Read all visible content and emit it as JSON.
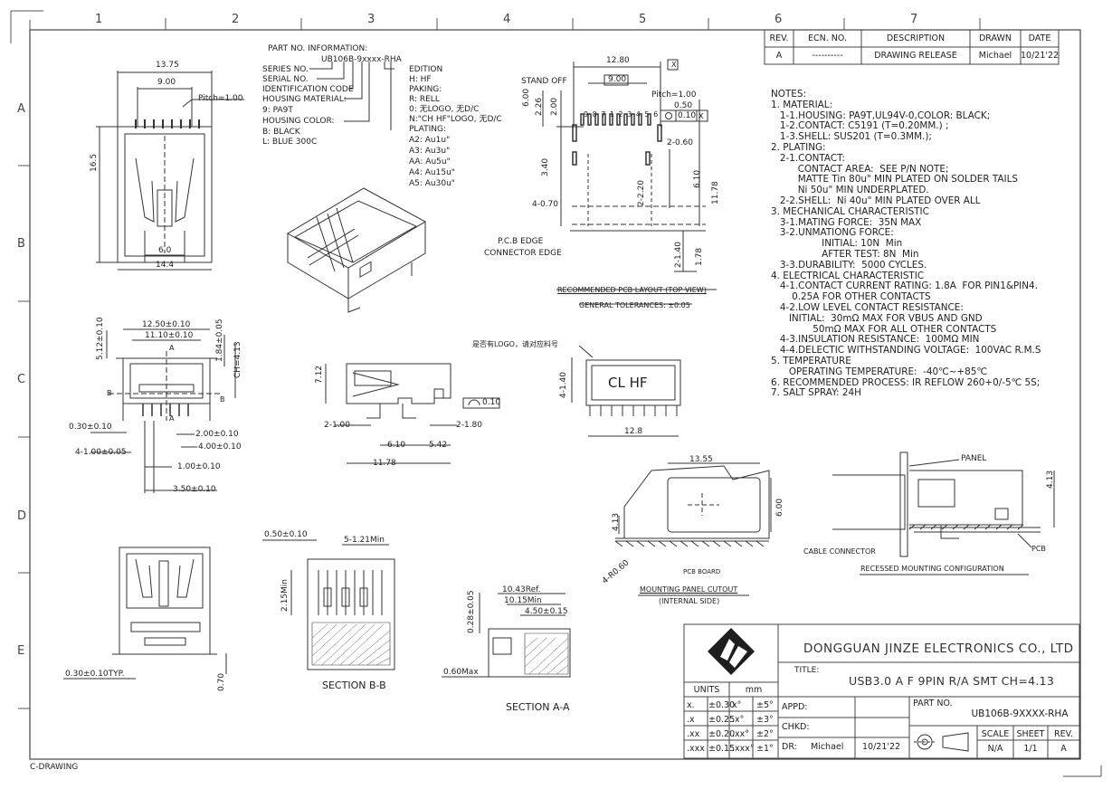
{
  "frame": {
    "columns": [
      "1",
      "2",
      "3",
      "4",
      "5",
      "6",
      "7"
    ],
    "rows": [
      "A",
      "B",
      "C",
      "D",
      "E"
    ],
    "footer_label": "C-DRAWING"
  },
  "revision_table": {
    "headers": [
      "REV.",
      "ECN. NO.",
      "DESCRIPTION",
      "DRAWN",
      "DATE"
    ],
    "row": [
      "A",
      "----------",
      "DRAWING RELEASE",
      "Michael",
      "10/21'22"
    ]
  },
  "part_info": {
    "title": "PART NO. INFORMATION:",
    "code": "UB106B-9xxxx-RHA",
    "left_labels": [
      "SERIES NO.",
      "SERIAL NO.",
      "IDENTIFICATION CODE",
      "HOUSING MATERIAL:",
      "9: PA9T",
      "HOUSING COLOR:",
      "B: BLACK",
      "L: BLUE 300C"
    ],
    "right_labels": [
      "EDITION",
      "H: HF",
      "PAKING:",
      "R: RELL",
      "0: 无LOGO, 无D/C",
      "N:\"CH HF\"LOGO, 无D/C",
      "PLATING:",
      "A2: Au1u\"",
      "A3: Au3u\"",
      "AA: Au5u\"",
      "A4: Au15u\"",
      "A5: Au30u\""
    ]
  },
  "notes": [
    "NOTES:",
    "1. MATERIAL:",
    "   1-1.HOUSING: PA9T,UL94V-0,COLOR: BLACK;",
    "   1-2.CONTACT: C5191 (T=0.20MM.) ;",
    "   1-3.SHELL: SUS201 (T=0.3MM.);",
    "2. PLATING:",
    "   2-1.CONTACT:",
    "         CONTACT AREA:  SEE P/N NOTE;",
    "         MATTE Tin 80u\" MIN PLATED ON SOLDER TAILS",
    "         Ni 50u\" MIN UNDERPLATED.",
    "   2-2.SHELL:  Ni 40u\" MIN PLATED OVER ALL",
    "3. MECHANICAL CHARACTERISTIC",
    "   3-1.MATING FORCE:  35N MAX",
    "   3-2.UNMATIONG FORCE:",
    "                 INITIAL: 10N  Min",
    "                 AFTER TEST: 8N  Min",
    "   3-3.DURABILITY:  5000 CYCLES.",
    "4. ELECTRICAL CHARACTERISTIC",
    "   4-1.CONTACT CURRENT RATING: 1.8A  FOR PIN1&PIN4.",
    "       0.25A FOR OTHER CONTACTS",
    "   4-2.LOW LEVEL CONTACT RESISTANCE:",
    "      INITIAL:  30mΩ MAX FOR VBUS AND GND",
    "              50mΩ MAX FOR ALL OTHER CONTACTS",
    "   4-3.INSULATION RESISTANCE:  100MΩ MIN",
    "   4-4.DELECTIC WITHSTANDING VOLTAGE:  100VAC R.M.S",
    "5. TEMPERATURE",
    "      OPERATING TEMPERATURE:  -40℃~+85℃",
    "6. RECOMMENDED PROCESS: IR REFLOW 260+0/-5℃ 5S;",
    "7. SALT SPRAY: 24H"
  ],
  "top_view": {
    "w1": "13.75",
    "w2": "9.00",
    "pitch": "Pitch=1.00",
    "h": "16.5",
    "w3": "6.0",
    "w4": "14.4"
  },
  "pcb_layout": {
    "w": "12.80",
    "w2": "9.00",
    "pitch": "Pitch=1.00",
    "tol1": "0.50",
    "tol2": "0.10",
    "datum": "X",
    "stand_off": "STAND OFF",
    "d1": "6.00",
    "d2": "2.26",
    "d3": "2.00",
    "d4": "3.40",
    "d5": "2-0.60",
    "d6": "6.10",
    "d7": "11.78",
    "d8": "2-2.20",
    "d9": "4-0.70",
    "d10": "2-1.40",
    "d11": "1.78",
    "pcb_edge": "P.C.B EDGE",
    "conn_edge": "CONNECTOR EDGE",
    "pins": "9 8 7 1 2 3 4 5 6",
    "caption": "RECOMMENDED PCB LAYOUT (TOP VIEW)",
    "tolerance": "GENERAL TOLERANCES: ±0.05"
  },
  "front_view": {
    "d1": "12.50±0.10",
    "d2": "11.10±0.10",
    "d3": "5.12±0.10",
    "d4": "1.84±0.05",
    "ch": "CH=4.13",
    "a": "A",
    "b": "B",
    "d5": "0.30±0.10",
    "d6": "2.00±0.10",
    "d7": "4.00±0.10",
    "d8": "4-1.00±0.05",
    "d9": "1.00±0.10",
    "d10": "3.50±0.10"
  },
  "side_view": {
    "h": "7.12",
    "d1": "2-1.00",
    "d2": "2-1.80",
    "d3": "6.10",
    "d4": "5.42",
    "d5": "11.78",
    "flat": "0.10"
  },
  "logo_view": {
    "note": "是否有LOGO，请对应料号",
    "h": "4-1.40",
    "logo": "CL  HF",
    "w": "12.8"
  },
  "panel_cutout": {
    "w": "13.55",
    "h": "6.00",
    "h2": "4.13",
    "r": "4-R0.60",
    "board": "PCB BOARD",
    "caption": "MOUNTING PANEL CUTOUT",
    "sub": "(INTERNAL SIDE)"
  },
  "recessed": {
    "panel": "PANEL",
    "h": "4.13",
    "cable": "CABLE CONNECTOR",
    "pcb": "PCB",
    "caption": "RECESSED MOUNTING CONFIGURATION"
  },
  "bottom_view": {
    "d1": "0.30±0.10TYP.",
    "d2": "0.70"
  },
  "section_bb": {
    "d1": "0.50±0.10",
    "d2": "5-1.21Min",
    "d3": "2.15Min",
    "caption": "SECTION B-B"
  },
  "section_aa": {
    "d1": "10.43Ref.",
    "d2": "10.15Min",
    "d3": "4.50±0.15",
    "d4": "0.28±0.05",
    "d5": "0.60Max",
    "caption": "SECTION A-A"
  },
  "title_block": {
    "company": "DONGGUAN JINZE ELECTRONICS CO., LTD",
    "title_label": "TITLE:",
    "title": "USB3.0 A F 9PIN R/A SMT CH=4.13",
    "units": "UNITS",
    "units_val": "mm",
    "tol_rows": [
      [
        "x.",
        "±0.30",
        "x°",
        "±5°"
      ],
      [
        ".x",
        "±0.25",
        ".x°",
        "±3°"
      ],
      [
        ".xx",
        "±0.20",
        ".xx°",
        "±2°"
      ],
      [
        ".xxx",
        "±0.15",
        ".xxx°",
        "±1°"
      ]
    ],
    "appd": "APPD:",
    "chkd": "CHKD:",
    "dr": "DR:",
    "dr_name": "Michael",
    "dr_date": "10/21'22",
    "part_no_label": "PART NO.",
    "part_no": "UB106B-9XXXX-RHA",
    "scale_label": "SCALE",
    "sheet_label": "SHEET",
    "rev_label": "REV.",
    "scale": "N/A",
    "sheet": "1/1",
    "rev": "A"
  }
}
